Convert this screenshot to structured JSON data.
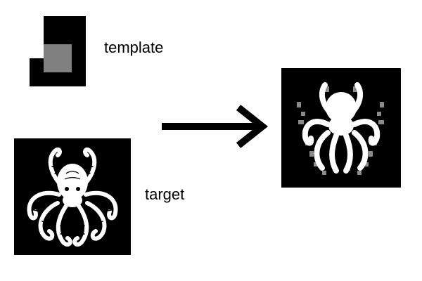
{
  "labels": {
    "template": "template",
    "target": "target"
  },
  "colors": {
    "background": "#ffffff",
    "ink": "#000000",
    "template_patch": "#808080",
    "octopus_fill": "#ffffff",
    "match_gray": "#8a8a8a"
  },
  "icons": {
    "template": "template-patch-icon",
    "target": "octopus-illustration",
    "arrow": "right-arrow-icon",
    "result": "octopus-match-result"
  }
}
